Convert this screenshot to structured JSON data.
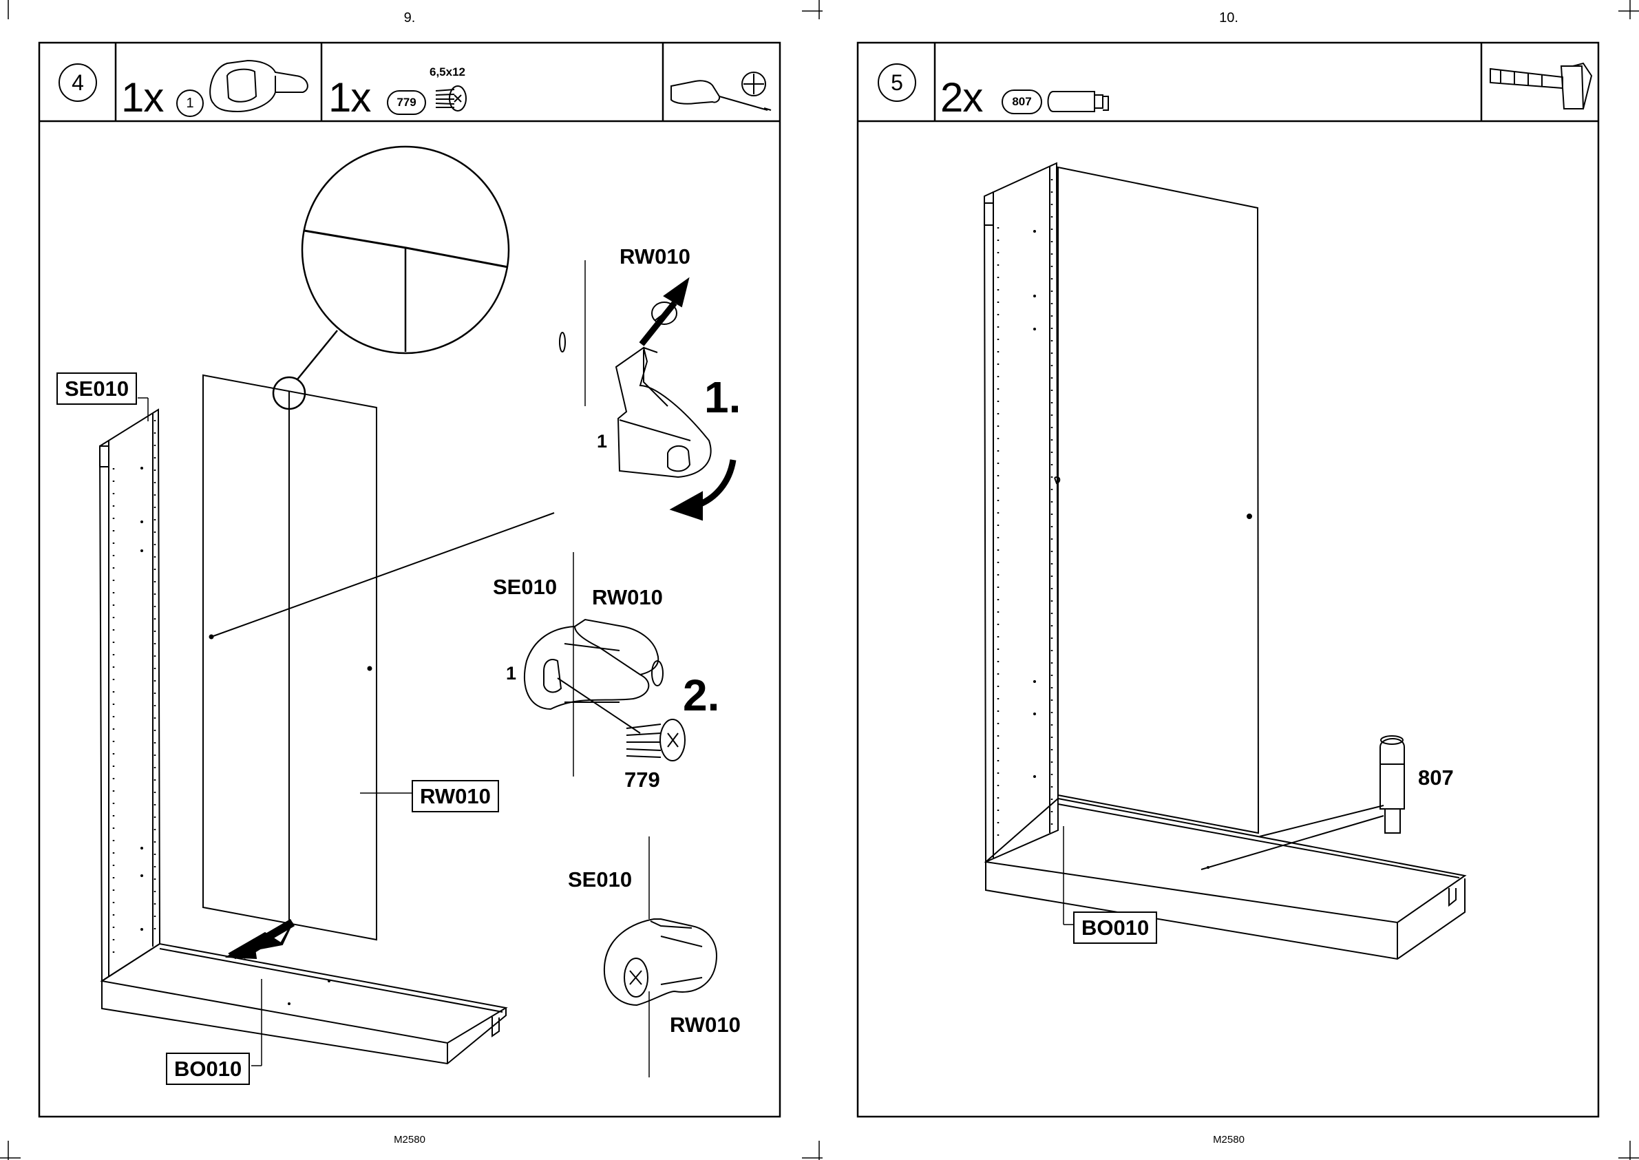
{
  "pages": {
    "left": {
      "page_number": "9.",
      "footer": "M2580",
      "step": "4",
      "parts": [
        {
          "qty": "1x",
          "id": "1",
          "icon": "cam-fitting-icon"
        },
        {
          "qty": "1x",
          "id": "779",
          "spec": "6,5x12",
          "icon": "screw-icon"
        }
      ],
      "tool_icon": "phillips-screwdriver-icon",
      "labels": {
        "side_panel": "SE010",
        "back_panel": "RW010",
        "bottom_panel": "BO010",
        "detail1_part": "RW010",
        "detail1_step": "1.",
        "detail1_item": "1",
        "detail2_side": "SE010",
        "detail2_back": "RW010",
        "detail2_item": "1",
        "detail2_step": "2.",
        "detail2_screw": "779",
        "detail3_side": "SE010",
        "detail3_back": "RW010"
      }
    },
    "right": {
      "page_number": "10.",
      "footer": "M2580",
      "step": "5",
      "parts": [
        {
          "qty": "2x",
          "id": "807",
          "icon": "dowel-icon"
        }
      ],
      "tool_icon": "hammer-icon",
      "labels": {
        "dowel": "807",
        "bottom_panel": "BO010"
      }
    }
  }
}
